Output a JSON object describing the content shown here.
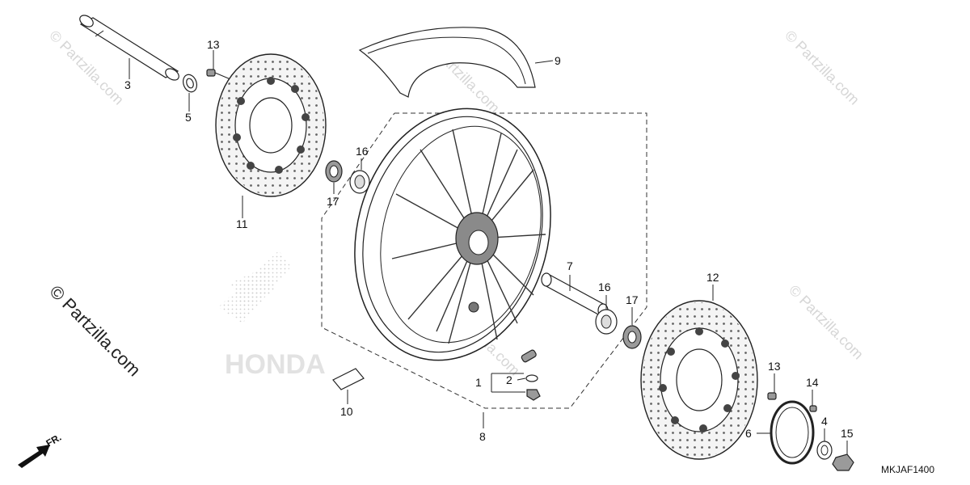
{
  "callouts": {
    "c1": "1",
    "c2": "2",
    "c3": "3",
    "c4": "4",
    "c5": "5",
    "c6": "6",
    "c7": "7",
    "c8": "8",
    "c9": "9",
    "c10": "10",
    "c11": "11",
    "c12": "12",
    "c13a": "13",
    "c13b": "13",
    "c14": "14",
    "c15": "15",
    "c16a": "16",
    "c16b": "16",
    "c17a": "17",
    "c17b": "17"
  },
  "watermark": {
    "main": "© Partzilla.com",
    "faint": "© Partzilla.com",
    "brand_bg": "HONDA"
  },
  "diagram_code": "MKJAF1400",
  "direction_label": "FR.",
  "colors": {
    "ink": "#222222",
    "watermark": "#d6d6d6",
    "brake_disc": "#f4f4f4"
  }
}
